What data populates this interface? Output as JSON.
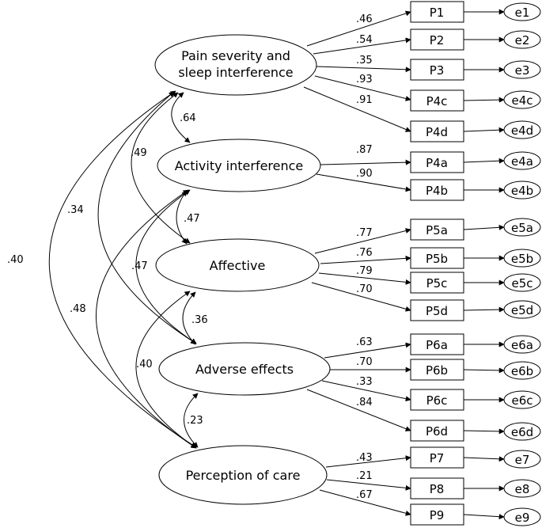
{
  "factors": [
    {
      "id": "f1",
      "label": "Pain severity and sleep interference"
    },
    {
      "id": "f2",
      "label": "Activity interference"
    },
    {
      "id": "f3",
      "label": "Affective"
    },
    {
      "id": "f4",
      "label": "Adverse effects"
    },
    {
      "id": "f5",
      "label": "Perception of care"
    }
  ],
  "indicators": [
    {
      "id": "P1",
      "label": "P1",
      "error": "e1",
      "factor": "f1",
      "loading": ".46"
    },
    {
      "id": "P2",
      "label": "P2",
      "error": "e2",
      "factor": "f1",
      "loading": ".54"
    },
    {
      "id": "P3",
      "label": "P3",
      "error": "e3",
      "factor": "f1",
      "loading": ".35"
    },
    {
      "id": "P4c",
      "label": "P4c",
      "error": "e4c",
      "factor": "f1",
      "loading": ".93"
    },
    {
      "id": "P4d",
      "label": "P4d",
      "error": "e4d",
      "factor": "f1",
      "loading": ".91"
    },
    {
      "id": "P4a",
      "label": "P4a",
      "error": "e4a",
      "factor": "f2",
      "loading": ".87"
    },
    {
      "id": "P4b",
      "label": "P4b",
      "error": "e4b",
      "factor": "f2",
      "loading": ".90"
    },
    {
      "id": "P5a",
      "label": "P5a",
      "error": "e5a",
      "factor": "f3",
      "loading": ".77"
    },
    {
      "id": "P5b",
      "label": "P5b",
      "error": "e5b",
      "factor": "f3",
      "loading": ".76"
    },
    {
      "id": "P5c",
      "label": "P5c",
      "error": "e5c",
      "factor": "f3",
      "loading": ".79"
    },
    {
      "id": "P5d",
      "label": "P5d",
      "error": "e5d",
      "factor": "f3",
      "loading": ".70"
    },
    {
      "id": "P6a",
      "label": "P6a",
      "error": "e6a",
      "factor": "f4",
      "loading": ".63"
    },
    {
      "id": "P6b",
      "label": "P6b",
      "error": "e6b",
      "factor": "f4",
      "loading": ".70"
    },
    {
      "id": "P6c",
      "label": "P6c",
      "error": "e6c",
      "factor": "f4",
      "loading": ".33"
    },
    {
      "id": "P6d",
      "label": "P6d",
      "error": "e6d",
      "factor": "f4",
      "loading": ".84"
    },
    {
      "id": "P7",
      "label": "P7",
      "error": "e7",
      "factor": "f5",
      "loading": ".43"
    },
    {
      "id": "P8",
      "label": "P8",
      "error": "e8",
      "factor": "f5",
      "loading": ".21"
    },
    {
      "id": "P9",
      "label": "P9",
      "error": "e9",
      "factor": "f5",
      "loading": ".67"
    }
  ],
  "correlations": [
    {
      "from": "f1",
      "to": "f2",
      "value": ".64"
    },
    {
      "from": "f1",
      "to": "f3",
      "value": ".49"
    },
    {
      "from": "f1",
      "to": "f4",
      "value": ".34"
    },
    {
      "from": "f1",
      "to": "f5",
      "value": ".40"
    },
    {
      "from": "f2",
      "to": "f3",
      "value": ".47"
    },
    {
      "from": "f2",
      "to": "f4",
      "value": ".47"
    },
    {
      "from": "f2",
      "to": "f5",
      "value": ".48"
    },
    {
      "from": "f3",
      "to": "f4",
      "value": ".36"
    },
    {
      "from": "f3",
      "to": "f5",
      "value": ".40"
    },
    {
      "from": "f4",
      "to": "f5",
      "value": ".23"
    }
  ]
}
